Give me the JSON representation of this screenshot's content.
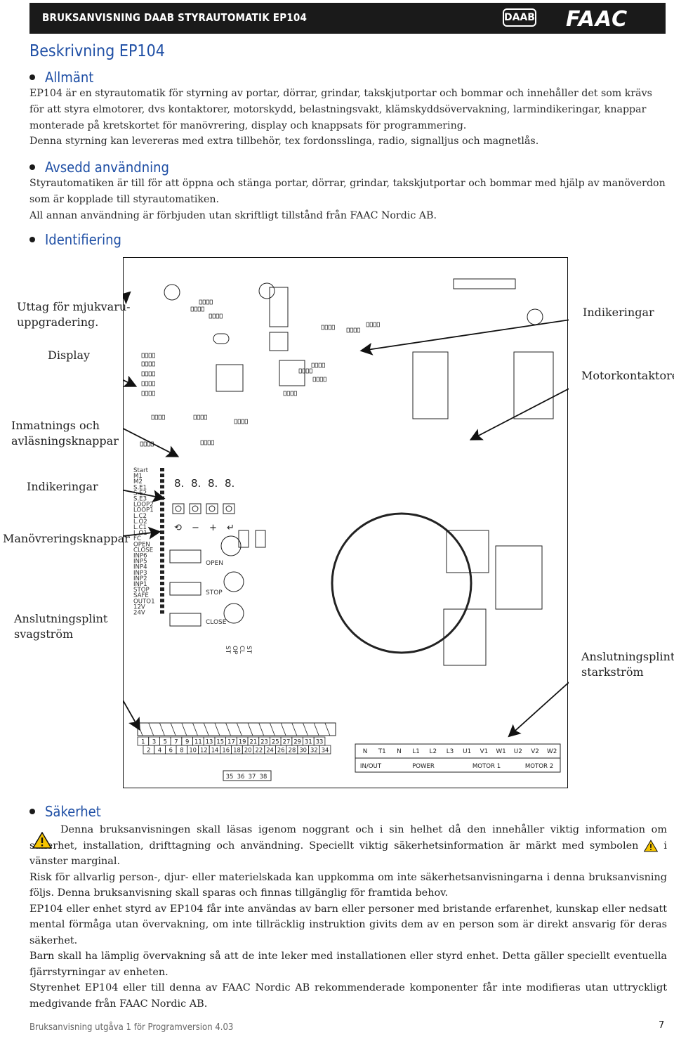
{
  "header": {
    "title": "BRUKSANVISNING DAAB STYRAUTOMATIK EP104",
    "logo_left": "DAAB",
    "logo_right": "FAAC"
  },
  "page_title": "Beskrivning EP104",
  "sections": {
    "general": {
      "heading": "Allmänt",
      "lines": [
        "EP104 är en styrautomatik för styrning av portar, dörrar, grindar, takskjutportar och bommar och innehåller det som krävs",
        "för att styra elmotorer, dvs kontaktorer, motorskydd, belastningsvakt, klämskyddsövervakning, larmindikeringar, knappar",
        "monterade på kretskortet för manövrering, display och knappsats för programmering.",
        "Denna styrning kan levereras med extra tillbehör, tex fordonsslinga, radio, signalljus och magnetlås."
      ]
    },
    "intended": {
      "heading": "Avsedd användning",
      "lines": [
        "Styrautomatiken är till för att öppna och stänga portar, dörrar, grindar, takskjutportar och bommar med hjälp av manöverdon",
        "som är kopplade till styrautomatiken.",
        "All annan användning är förbjuden utan skriftligt tillstånd från FAAC Nordic AB."
      ]
    },
    "identification": {
      "heading": "Identifiering"
    },
    "safety": {
      "heading": "Säkerhet",
      "paragraphs": [
        "Denna bruksanvisningen skall läsas igenom noggrant och i sin helhet då den innehåller viktig information om säkerhet, installation, drifttagning och användning. Speciellt viktig säkerhetsinformation är märkt med symbolen",
        "i vänster marginal.",
        "Risk för allvarlig person-, djur- eller materielskada kan uppkomma om inte säkerhetsanvisningarna i denna bruksanvisning följs. Denna bruksanvisning skall sparas och finnas tillgänglig för framtida behov.",
        "EP104 eller enhet styrd av EP104 får inte användas av barn eller personer med bristande erfarenhet, kunskap eller nedsatt mental förmåga utan övervakning, om inte tillräcklig instruktion givits dem av en person som är direkt ansvarig för deras säkerhet.",
        "Barn skall ha lämplig övervakning så att de inte leker med installationen eller styrd enhet. Detta gäller speciellt eventuella fjärrstyrningar av enheten.",
        "Styrenhet EP104 eller till denna av FAAC Nordic AB rekommenderade komponenter får inte modifieras utan uttryckligt medgivande från FAAC Nordic AB."
      ]
    }
  },
  "diagram": {
    "labels": {
      "upgrade": [
        "Uttag för mjukvaru-",
        "uppgradering."
      ],
      "display": "Display",
      "input_buttons": [
        "Inmatnings och",
        "avläsningsknappar"
      ],
      "indications_left": "Indikeringar",
      "control_buttons": "Manövreringsknappar",
      "low_voltage": [
        "Anslutningsplint",
        "svagström"
      ],
      "indications_right": "Indikeringar",
      "motor_contactors": "Motorkontaktorer",
      "high_voltage": [
        "Anslutningsplint",
        "starkström"
      ]
    },
    "led_labels": [
      "Start",
      "M1",
      "M2",
      "S.E1",
      "S.E2",
      "S.E3",
      "LOOP2",
      "LOOP1",
      "L.C2",
      "L.O2",
      "L.C1",
      "L.O1",
      "FC",
      "OPEN",
      "CLOSE",
      "INP6",
      "INP5",
      "INP4",
      "INP3",
      "INP2",
      "INP1",
      "STOP",
      "SAFE",
      "OUTO1",
      "12V",
      "24V"
    ],
    "display_digits": [
      "8.",
      "8.",
      "8.",
      "8."
    ],
    "key_symbols": [
      "⟲",
      "−",
      "+",
      "↵"
    ],
    "button_labels": [
      "OPEN",
      "STOP",
      "CLOSE"
    ],
    "vertical_labels": [
      "ST",
      "CL",
      "OP",
      "ST"
    ],
    "terminals_top": [
      "1",
      "3",
      "5",
      "7",
      "9",
      "11",
      "13",
      "15",
      "17",
      "19",
      "21",
      "23",
      "25",
      "27",
      "29",
      "31",
      "33"
    ],
    "terminals_bottom": [
      "2",
      "4",
      "6",
      "8",
      "10",
      "12",
      "14",
      "16",
      "18",
      "20",
      "22",
      "24",
      "26",
      "28",
      "30",
      "32",
      "34"
    ],
    "terminals_extra": [
      "35",
      "36",
      "37",
      "38"
    ],
    "power_terminals": [
      "N",
      "T1",
      "N",
      "L1",
      "L2",
      "L3",
      "U1",
      "V1",
      "W1",
      "U2",
      "V2",
      "W2"
    ],
    "power_groups": [
      "IN/OUT",
      "POWER",
      "MOTOR 1",
      "MOTOR 2"
    ]
  },
  "footer": {
    "text": "Bruksanvisning utgåva 1 för Programversion 4.03",
    "page": "7"
  },
  "colors": {
    "heading_blue": "#1f4fa5",
    "header_bg": "#1a1a1a",
    "warning_yellow": "#f5c400"
  }
}
